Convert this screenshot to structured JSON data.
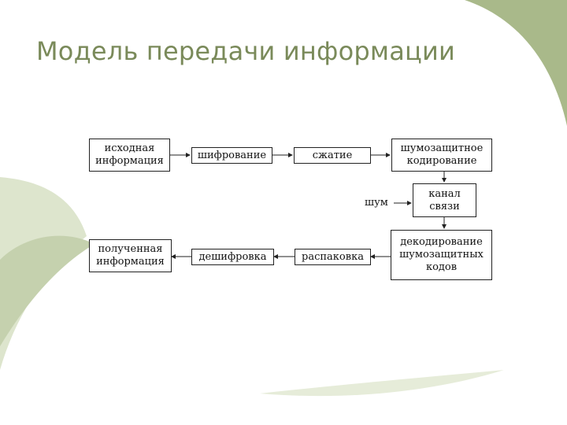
{
  "title": "Модель передачи информации",
  "boxes": {
    "source": "исходная информация",
    "encrypt": "шифрование",
    "compress": "сжатие",
    "encode": "шумозащитное кодирование",
    "channel": "канал связи",
    "decode": "декодирование шумозащитных кодов",
    "decompress": "распаковка",
    "decrypt": "дешифровка",
    "received": "полученная информация"
  },
  "noise_label": "шум",
  "colors": {
    "title": "#7a8a5a",
    "accent_green": "#a9b98a",
    "light_green": "#dde5cd"
  }
}
